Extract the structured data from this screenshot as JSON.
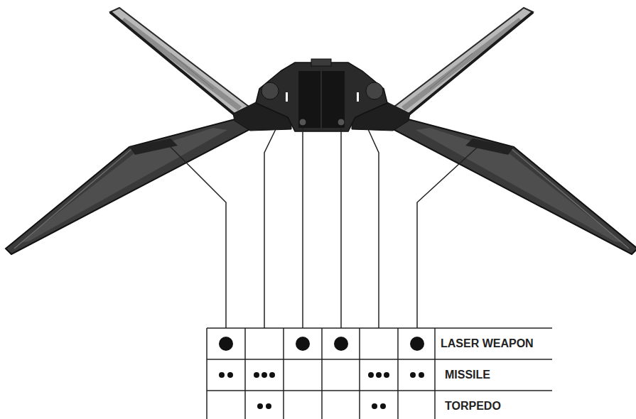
{
  "diagram": {
    "labels": [
      "LASER WEAPON",
      "MISSILE",
      "TORPEDO"
    ]
  }
}
